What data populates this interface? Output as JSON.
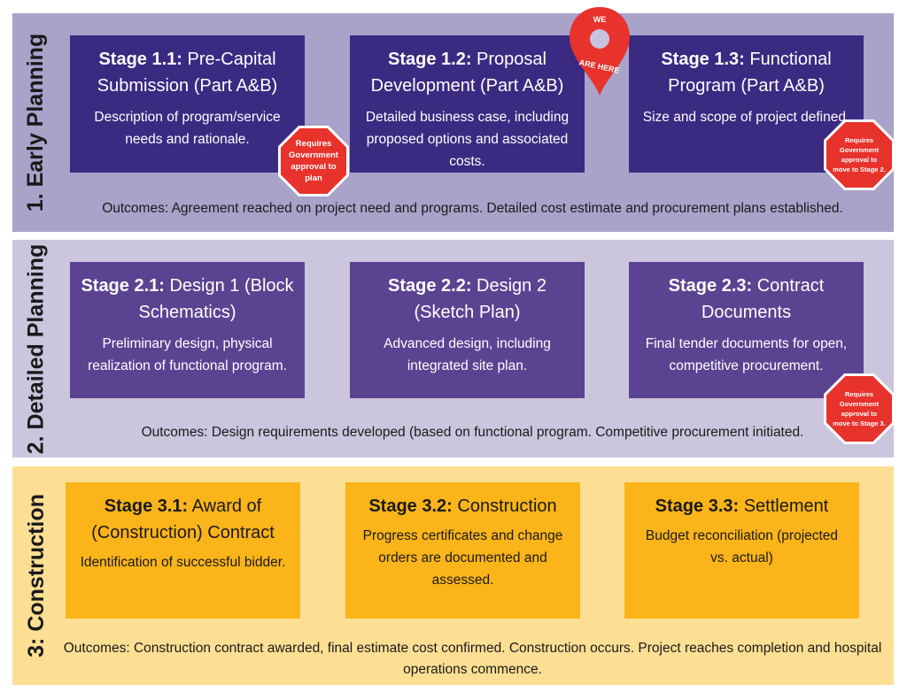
{
  "colors": {
    "band_early": "#a9a2c9",
    "band_detailed": "#cbc5de",
    "band_construction": "#fddf94",
    "card_early": "#3a2a82",
    "card_detailed": "#5b4392",
    "card_construction": "#fbb419",
    "stop_sign": "#e8322c",
    "pin": "#e8322c"
  },
  "bands": [
    {
      "label": "1. Early Planning",
      "cards": [
        {
          "stage": "Stage 1.1:",
          "title": "Pre-Capital Submission (Part A&B)",
          "desc": "Description of program/service needs and rationale."
        },
        {
          "stage": "Stage 1.2:",
          "title": "Proposal Development (Part A&B)",
          "desc": "Detailed business case, including proposed options and associated costs."
        },
        {
          "stage": "Stage 1.3:",
          "title": "Functional Program (Part A&B)",
          "desc": "Size and scope of project defined."
        }
      ],
      "outcome": "Outcomes: Agreement reached on project need and programs. Detailed cost estimate and procurement plans established."
    },
    {
      "label": "2. Detailed Planning",
      "cards": [
        {
          "stage": "Stage 2.1:",
          "title": "Design 1 (Block Schematics)",
          "desc": "Preliminary design, physical realization of functional program."
        },
        {
          "stage": "Stage 2.2:",
          "title": "Design 2 (Sketch Plan)",
          "desc": "Advanced design, including integrated site plan."
        },
        {
          "stage": "Stage 2.3:",
          "title": "Contract Documents",
          "desc": "Final tender documents for open, competitive procurement."
        }
      ],
      "outcome": "Outcomes: Design requirements developed (based on functional program. Competitive procurement initiated."
    },
    {
      "label": "3: Construction",
      "cards": [
        {
          "stage": "Stage 3.1:",
          "title": "Award of (Construction) Contract",
          "desc": "Identification of successful bidder."
        },
        {
          "stage": "Stage 3.2:",
          "title": "Construction",
          "desc": "Progress certificates and change orders are documented and assessed."
        },
        {
          "stage": "Stage 3.3:",
          "title": "Settlement",
          "desc": "Budget reconciliation (projected vs. actual)"
        }
      ],
      "outcome": "Outcomes: Construction contract awarded, final estimate cost confirmed. Construction occurs. Project reaches completion and hospital operations commence."
    }
  ],
  "stop_signs": [
    {
      "text": "Requires Government approval to plan"
    },
    {
      "text": "Requires Government approval to move to Stage 2."
    },
    {
      "text": "Requires Government approval to move to Stage 3."
    }
  ],
  "pin": {
    "line1": "WE",
    "line2": "ARE HERE"
  }
}
